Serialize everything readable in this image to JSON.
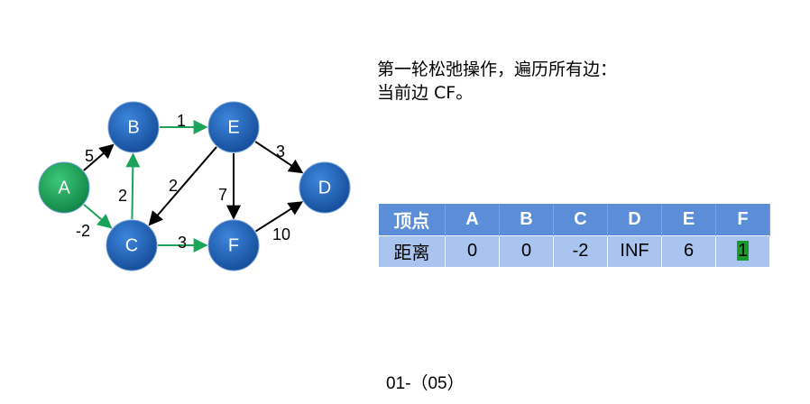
{
  "description": {
    "line1": "第一轮松弛操作，遍历所有边：",
    "line2": "当前边 CF。"
  },
  "graph": {
    "nodes": [
      {
        "id": "A",
        "label": "A",
        "color": "#1aa35a"
      },
      {
        "id": "B",
        "label": "B",
        "color": "#1e5fb3"
      },
      {
        "id": "E",
        "label": "E",
        "color": "#1e5fb3"
      },
      {
        "id": "D",
        "label": "D",
        "color": "#1e5fb3"
      },
      {
        "id": "C",
        "label": "C",
        "color": "#1e5fb3"
      },
      {
        "id": "F",
        "label": "F",
        "color": "#1e5fb3"
      }
    ],
    "edges": [
      {
        "from": "A",
        "to": "B",
        "weight": "5",
        "color": "#000000"
      },
      {
        "from": "A",
        "to": "C",
        "weight": "-2",
        "color": "#1aa35a"
      },
      {
        "from": "B",
        "to": "E",
        "weight": "1",
        "color": "#1aa35a"
      },
      {
        "from": "C",
        "to": "B",
        "weight": "2",
        "color": "#1aa35a"
      },
      {
        "from": "E",
        "to": "C",
        "weight": "2",
        "color": "#000000"
      },
      {
        "from": "E",
        "to": "D",
        "weight": "3",
        "color": "#000000"
      },
      {
        "from": "E",
        "to": "F",
        "weight": "7",
        "color": "#000000"
      },
      {
        "from": "C",
        "to": "F",
        "weight": "3",
        "color": "#1aa35a"
      },
      {
        "from": "F",
        "to": "D",
        "weight": "10",
        "color": "#000000"
      }
    ]
  },
  "table": {
    "header_label": "顶点",
    "row_label": "距离",
    "columns": [
      "A",
      "B",
      "C",
      "D",
      "E",
      "F"
    ],
    "values": [
      "0",
      "0",
      "-2",
      "INF",
      "6",
      "1"
    ],
    "highlight_color": "#1a9a2a"
  },
  "footer": "01-（05）"
}
